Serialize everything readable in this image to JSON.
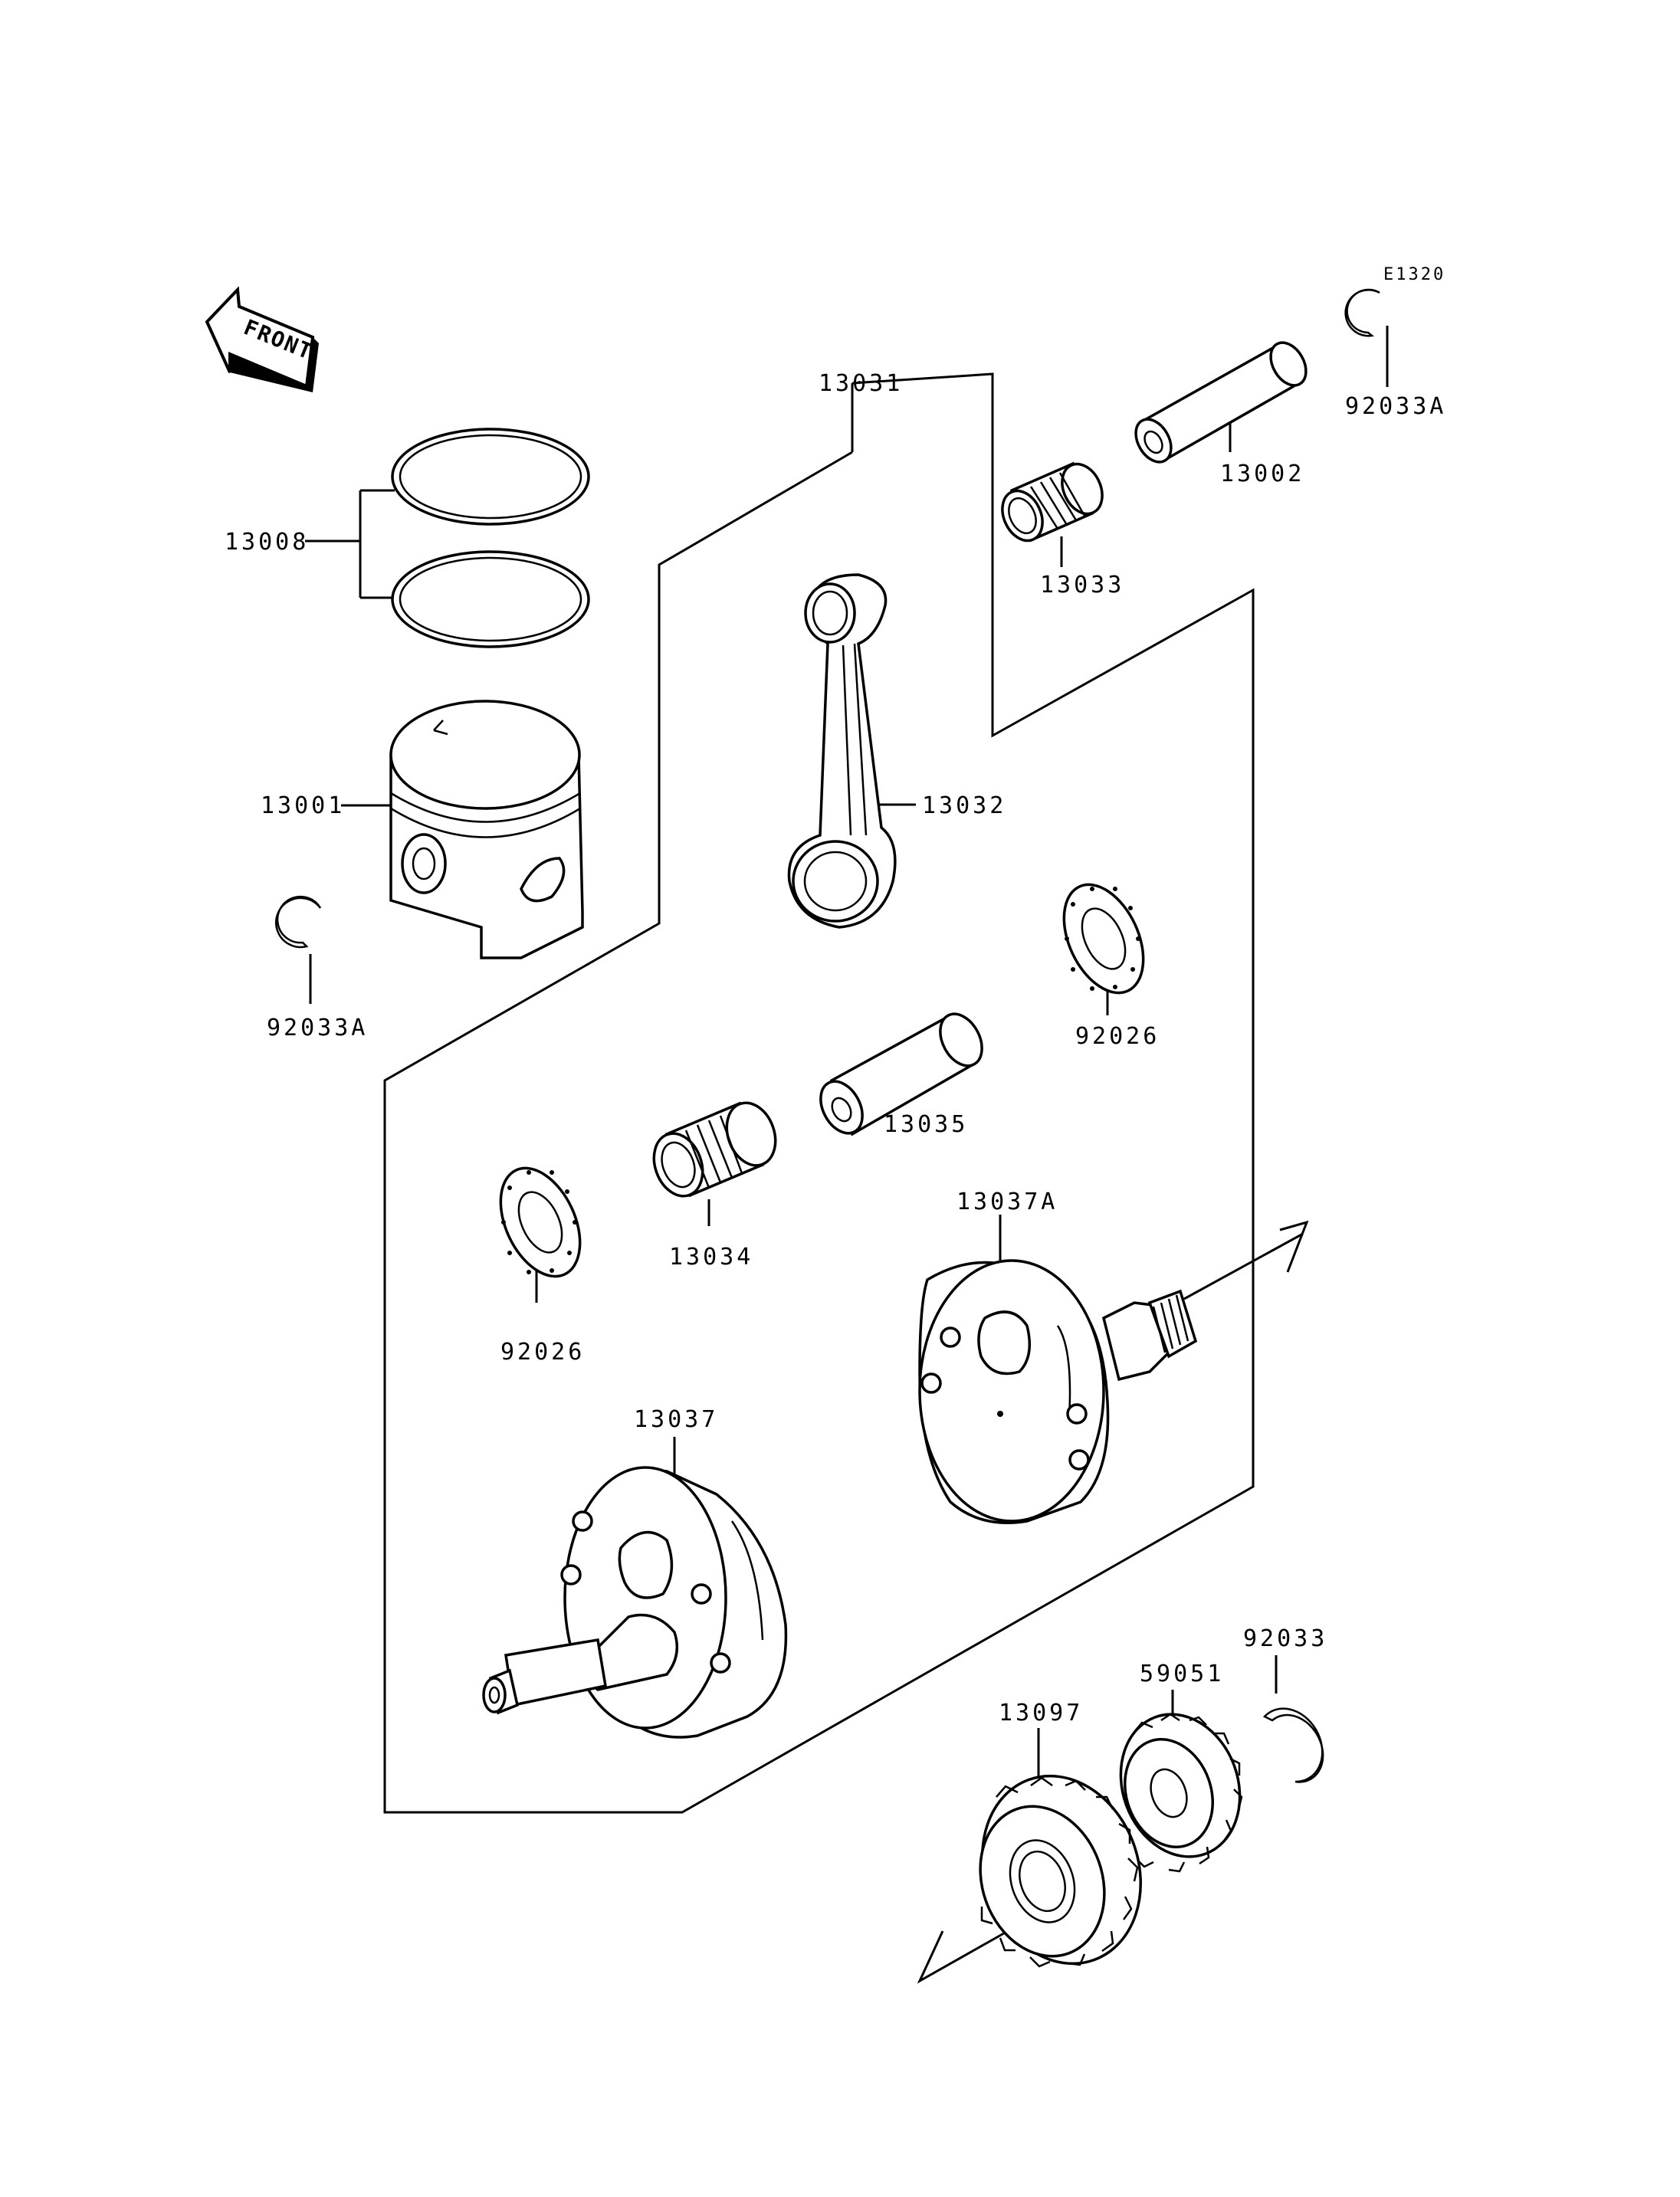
{
  "diagram_code": "E1320",
  "front_label": "FRONT",
  "labels": {
    "piston_pin_clip_right": "92033A",
    "piston_pin": "13002",
    "small_end_bearing": "13033",
    "connecting_rod_assy": "13031",
    "piston_rings": "13008",
    "piston": "13001",
    "connecting_rod": "13032",
    "piston_pin_clip_left": "92033A",
    "thrust_washer_right": "92026",
    "crank_pin": "13035",
    "big_end_bearing": "13034",
    "thrust_washer_left": "92026",
    "flywheel_right": "13037A",
    "flywheel_left": "13037",
    "snap_ring": "92033",
    "gear": "59051",
    "primary_gear": "13097"
  }
}
